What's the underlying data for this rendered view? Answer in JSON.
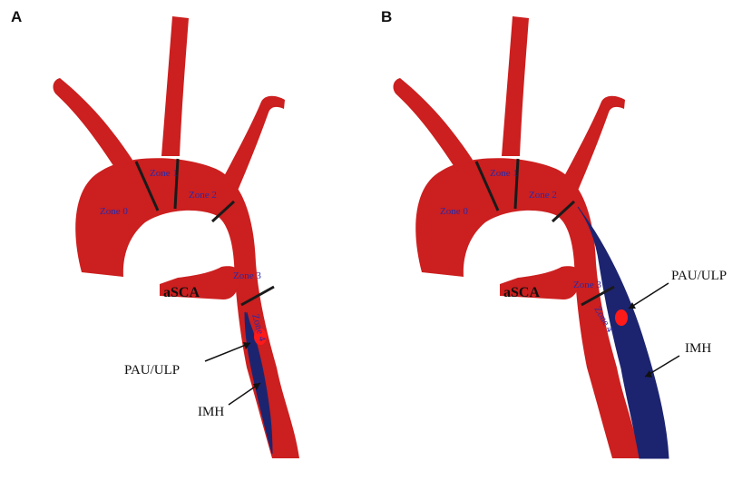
{
  "colors": {
    "vessel": "#cc1f1f",
    "hematoma": "#1c2470",
    "ulcer": "#ff1a1a",
    "zone_line": "#1a1a1a",
    "zone_text": "#2a2aa8",
    "text": "#111111"
  },
  "panels": [
    {
      "letter": "A",
      "zones": [
        "Zone 0",
        "Zone 1",
        "Zone 2",
        "Zone 3",
        "Zone 4"
      ],
      "branch_label": "aSCA",
      "ulcer_label": "PAU/ULP",
      "hematoma_label": "IMH"
    },
    {
      "letter": "B",
      "zones": [
        "Zone 0",
        "Zone 1",
        "Zone 2",
        "Zone 3",
        "Zone 4"
      ],
      "branch_label": "aSCA",
      "ulcer_label": "PAU/ULP",
      "hematoma_label": "IMH"
    }
  ]
}
